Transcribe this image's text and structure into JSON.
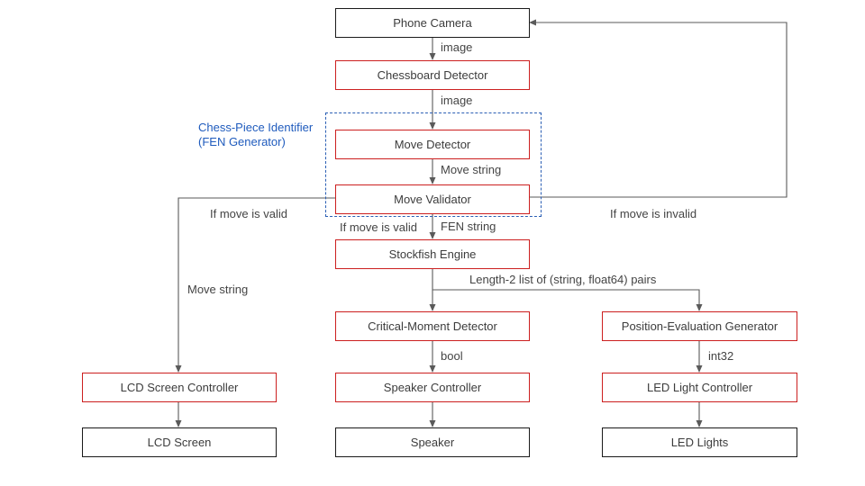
{
  "nodes": {
    "phone_camera": "Phone Camera",
    "chessboard_detector": "Chessboard Detector",
    "move_detector": "Move Detector",
    "move_validator": "Move Validator",
    "stockfish_engine": "Stockfish Engine",
    "critical_moment_detector": "Critical-Moment Detector",
    "position_evaluation_generator": "Position-Evaluation Generator",
    "lcd_screen_controller": "LCD Screen Controller",
    "speaker_controller": "Speaker Controller",
    "led_light_controller": "LED Light Controller",
    "lcd_screen": "LCD Screen",
    "speaker": "Speaker",
    "led_lights": "LED Lights"
  },
  "group": {
    "title_line1": "Chess-Piece Identifier",
    "title_line2": "(FEN Generator)",
    "border_color": "#2b5fb4"
  },
  "edge_labels": {
    "camera_to_detector": "image",
    "detector_to_move": "image",
    "move_to_validator": "Move string",
    "validator_valid_left": "If move is valid",
    "validator_valid_down": "If move is valid",
    "validator_fen": "FEN string",
    "validator_invalid": "If move is invalid",
    "lcd_move_string": "Move string",
    "stockfish_output": "Length-2 list of (string, float64) pairs",
    "critical_bool": "bool",
    "position_int32": "int32"
  },
  "colors": {
    "io_border": "#1a1a1a",
    "module_border": "#cc1f1f",
    "arrow": "#5a5a5a"
  }
}
